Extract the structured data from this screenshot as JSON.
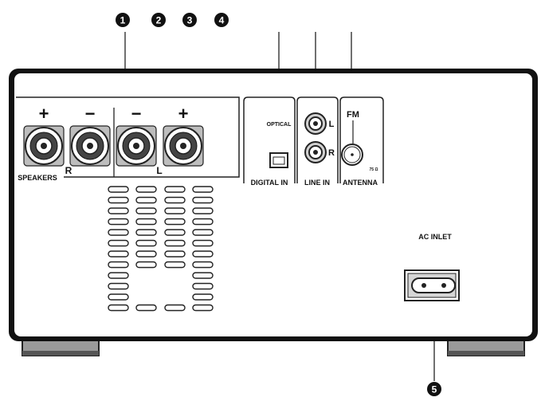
{
  "callouts": {
    "c1": "1",
    "c2": "2",
    "c3": "3",
    "c4": "4",
    "c5": "5"
  },
  "speakers": {
    "plus": "+",
    "minus": "−",
    "right": "R",
    "left": "L",
    "group": "SPEAKERS"
  },
  "digital": {
    "optical": "OPTICAL",
    "group": "DIGITAL IN"
  },
  "line_in": {
    "left": "L",
    "right": "R",
    "group": "LINE IN"
  },
  "antenna": {
    "fm": "FM",
    "impedance": "75 Ω",
    "group": "ANTENNA"
  },
  "power": {
    "ac_inlet": "AC INLET"
  },
  "icons": [
    "speaker-terminal-icon",
    "optical-port-icon",
    "rca-jack-icon",
    "coax-jack-icon",
    "ac-inlet-icon",
    "vent-slot-icon"
  ]
}
